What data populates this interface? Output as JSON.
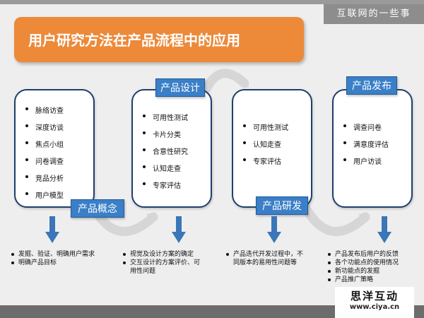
{
  "header": {
    "site_tag": "互联网的一些事"
  },
  "title": "用户研究方法在产品流程中的应用",
  "stages": [
    {
      "label": "产品概念",
      "methods": [
        "脉络访查",
        "深度访谈",
        "焦点小组",
        "问卷调查",
        "竞品分析",
        "用户模型"
      ],
      "outcomes": [
        {
          "text": "发掘、验证、明确用户需求"
        },
        {
          "text": "明确产品目标"
        }
      ]
    },
    {
      "label": "产品设计",
      "methods": [
        "可用性测试",
        "卡片分类",
        "合意性研究",
        "认知走查",
        "专家评估"
      ],
      "outcomes": [
        {
          "text": "视觉及设计方案的确定"
        },
        {
          "text": "交互设计的方案评价、可",
          "cont": "用性问题"
        }
      ]
    },
    {
      "label": "产品研发",
      "methods": [
        "可用性测试",
        "认知走查",
        "专家评估"
      ],
      "outcomes": [
        {
          "text": "产品迭代开发过程中，不",
          "cont": "同版本的易用性问题等"
        }
      ]
    },
    {
      "label": "产品发布",
      "methods": [
        "调查问卷",
        "满意度评估",
        "用户访谈"
      ],
      "outcomes": [
        {
          "text": "产品发布后用户的反馈"
        },
        {
          "text": "各个功能点的使用情况"
        },
        {
          "text": "新功能点的发掘"
        },
        {
          "text": "产品推广策略"
        }
      ]
    }
  ],
  "logo": {
    "name": "思洋互动",
    "url": "www.ciya.cn"
  },
  "colors": {
    "title_bg": "#ec8a3a",
    "label_bg": "#3a7fc7",
    "arrow": "#3a76b8",
    "box_border": "#1f3f6e"
  }
}
